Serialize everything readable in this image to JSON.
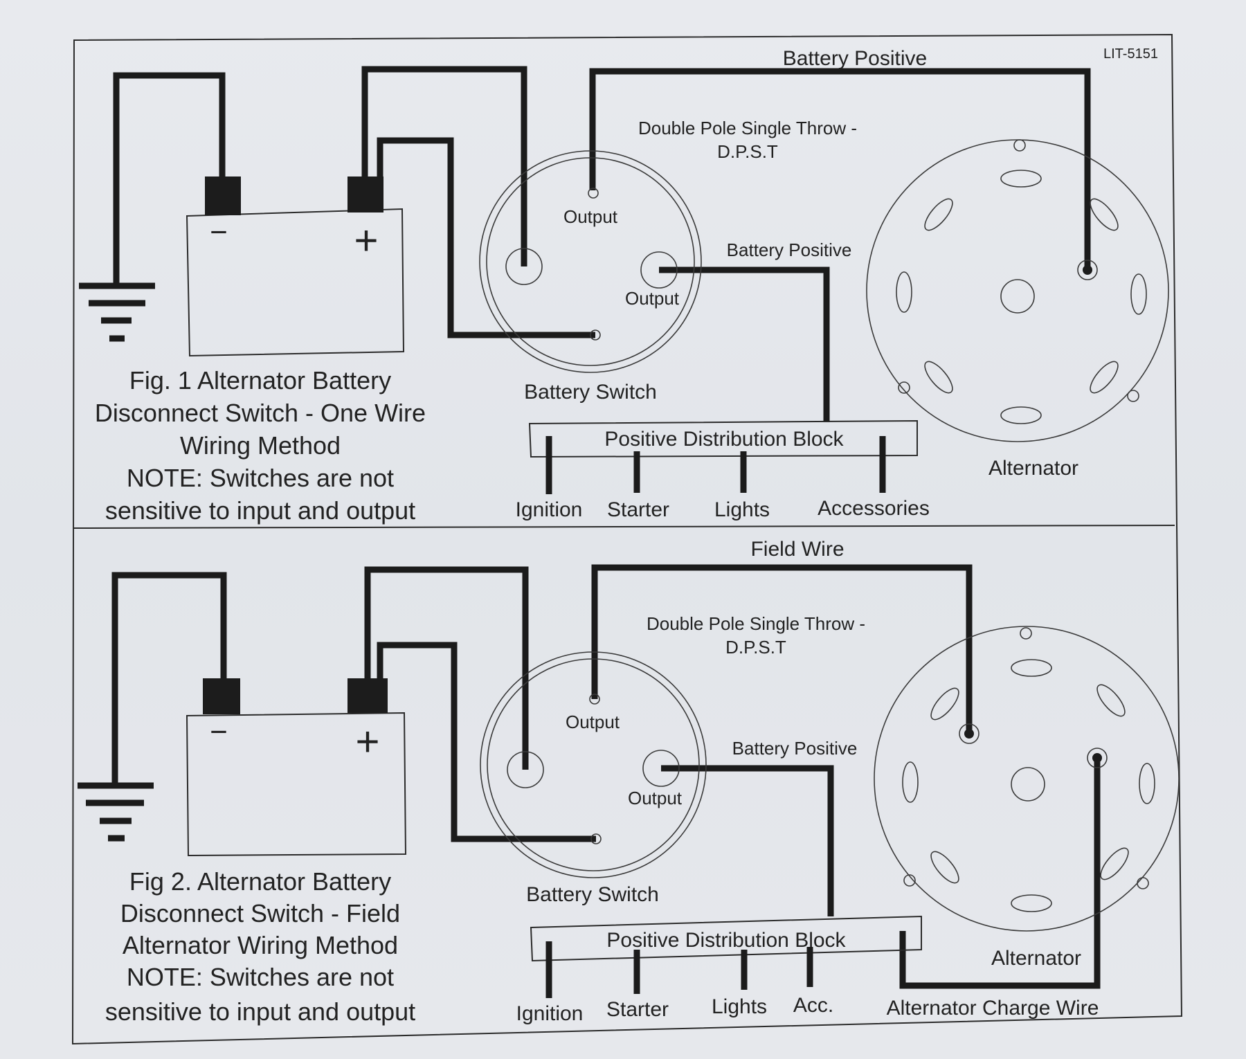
{
  "doc_id": "LIT-5151",
  "fig1": {
    "caption_lines": [
      "Fig. 1 Alternator Battery",
      "Disconnect Switch - One Wire",
      "Wiring Method",
      "NOTE:  Switches are not",
      "sensitive to input and output"
    ],
    "top_wire_label": "Battery Positive",
    "switch_type_lines": [
      "Double Pole Single Throw -",
      "D.P.S.T"
    ],
    "output_label_1": "Output",
    "output_label_2": "Output",
    "battery_positive_label": "Battery Positive",
    "battery_switch_label": "Battery Switch",
    "block_label": "Positive Distribution Block",
    "block_outputs": [
      "Ignition",
      "Starter",
      "Lights",
      "Accessories"
    ],
    "alternator_label": "Alternator",
    "battery_minus": "−",
    "battery_plus": "+"
  },
  "fig2": {
    "caption_lines": [
      "Fig 2. Alternator Battery",
      "Disconnect Switch - Field",
      "Alternator Wiring Method",
      "NOTE:  Switches are not",
      "sensitive to input and output"
    ],
    "top_wire_label": "Field Wire",
    "switch_type_lines": [
      "Double Pole Single Throw -",
      "D.P.S.T"
    ],
    "output_label_1": "Output",
    "output_label_2": "Output",
    "battery_positive_label": "Battery Positive",
    "battery_switch_label": "Battery Switch",
    "block_label": "Positive Distribution Block",
    "block_outputs": [
      "Ignition",
      "Starter",
      "Lights",
      "Acc."
    ],
    "alternator_label": "Alternator",
    "charge_wire_label": "Alternator Charge Wire",
    "battery_minus": "−",
    "battery_plus": "+"
  }
}
